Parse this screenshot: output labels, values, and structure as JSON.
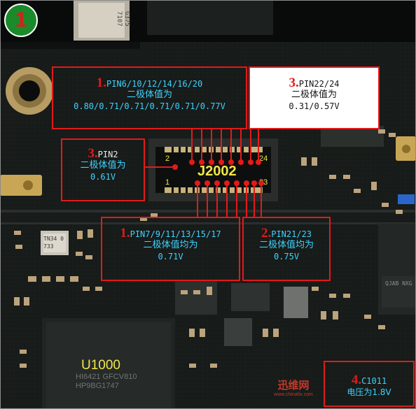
{
  "badge": {
    "number": "1"
  },
  "components": {
    "top_chip": "G375 7107",
    "crystal": "TN34 0733",
    "connector": "J2002",
    "soc": "U1000",
    "soc_marking": "HI6421 GFCV810 HP9BG1747",
    "right_chip": "QJAB NXG"
  },
  "pins": {
    "j2002_label_24": "24",
    "j2002_label_23": "23",
    "j2002_label_2": "2",
    "j2002_label_1": "1"
  },
  "annotations": {
    "a1_top": {
      "num": "1.",
      "pins": "PIN6/10/12/14/16/20",
      "desc": "二极体值为",
      "value": "0.80/0.71/0.71/0.71/0.71/0.77V"
    },
    "a3_top": {
      "num": "3.",
      "pins": "PIN22/24",
      "desc": "二极体值为",
      "value": "0.31/0.57V"
    },
    "a3_left": {
      "num": "3.",
      "pins": "PIN2",
      "desc": "二极体值为",
      "value": "0.61V"
    },
    "a1_bottom": {
      "num": "1.",
      "pins": "PIN7/9/11/13/15/17",
      "desc": "二极体值均为",
      "value": "0.71V"
    },
    "a2_bottom": {
      "num": "2.",
      "pins": "PIN21/23",
      "desc": "二极体值均为",
      "value": "0.75V"
    },
    "a4": {
      "num": "4.",
      "pins": "C1011",
      "desc": "电压为1.8V"
    }
  },
  "watermark": {
    "text": "迅维网",
    "url": "www.chinafix.com"
  },
  "colors": {
    "annotation_red": "#e31a1a",
    "annotation_cyan": "#3fd2ff",
    "connector_yellow": "#f0e64a",
    "badge_green": "#1a8a2a"
  }
}
